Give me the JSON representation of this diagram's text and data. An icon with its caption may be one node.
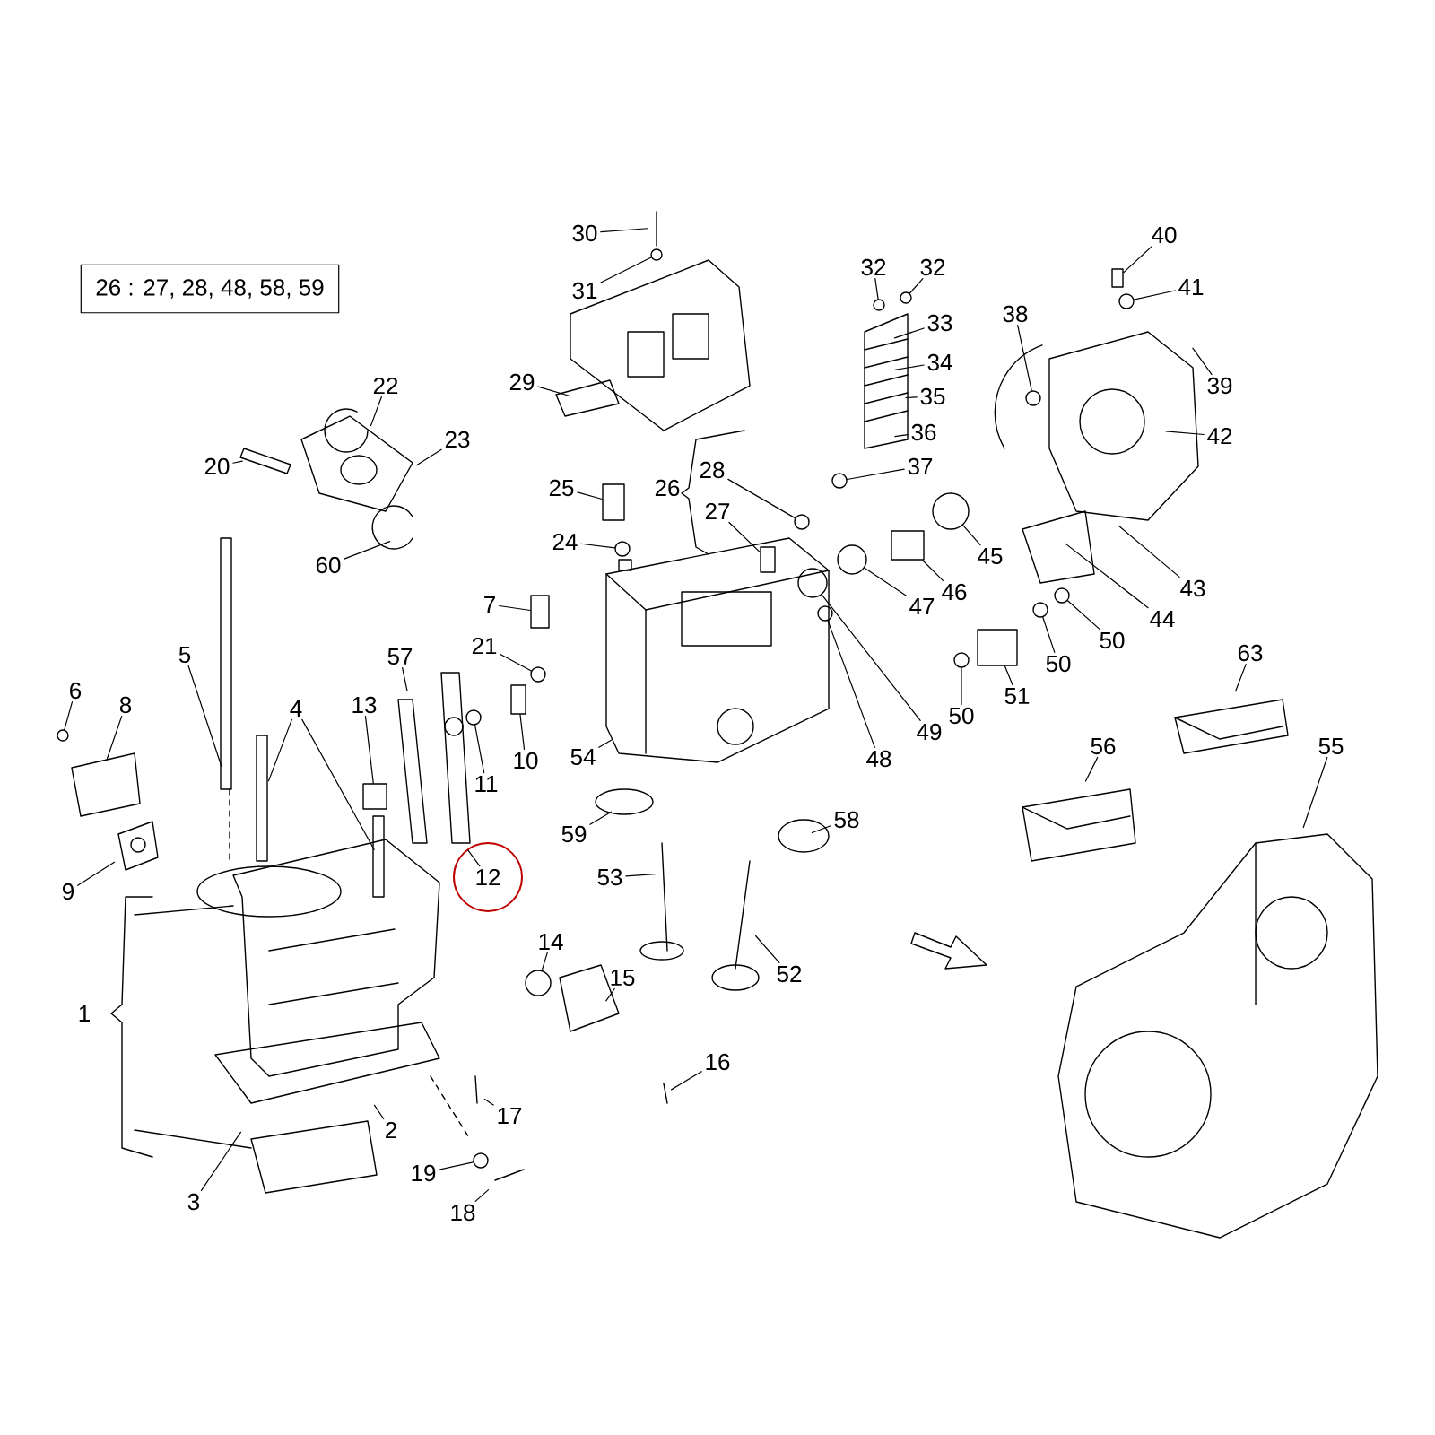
{
  "diagram": {
    "nodes": [
      {
        "text": [
          "26 : 27, 28, 48, 58, 59"
        ]
      },
      {
        "text": [
          "1"
        ]
      },
      {
        "text": [
          "2"
        ]
      },
      {
        "text": [
          "3"
        ]
      },
      {
        "text": [
          "4"
        ]
      },
      {
        "text": [
          "5"
        ]
      },
      {
        "text": [
          "6"
        ]
      },
      {
        "text": [
          "7"
        ]
      },
      {
        "text": [
          "8"
        ]
      },
      {
        "text": [
          "9"
        ]
      },
      {
        "text": [
          "10"
        ]
      },
      {
        "text": [
          "11"
        ]
      },
      {
        "text": [
          "12"
        ]
      },
      {
        "text": [
          "13"
        ]
      },
      {
        "text": [
          "14"
        ]
      },
      {
        "text": [
          "15"
        ]
      },
      {
        "text": [
          "16"
        ]
      },
      {
        "text": [
          "17"
        ]
      },
      {
        "text": [
          "18"
        ]
      },
      {
        "text": [
          "19"
        ]
      },
      {
        "text": [
          "20"
        ]
      },
      {
        "text": [
          "21"
        ]
      },
      {
        "text": [
          "22"
        ]
      },
      {
        "text": [
          "23"
        ]
      },
      {
        "text": [
          "24"
        ]
      },
      {
        "text": [
          "25"
        ]
      },
      {
        "text": [
          "26"
        ]
      },
      {
        "text": [
          "27"
        ]
      },
      {
        "text": [
          "28"
        ]
      },
      {
        "text": [
          "29"
        ]
      },
      {
        "text": [
          "30"
        ]
      },
      {
        "text": [
          "31"
        ]
      },
      {
        "text": [
          "32"
        ]
      },
      {
        "text": [
          "32"
        ]
      },
      {
        "text": [
          "33"
        ]
      },
      {
        "text": [
          "34"
        ]
      },
      {
        "text": [
          "35"
        ]
      },
      {
        "text": [
          "36"
        ]
      },
      {
        "text": [
          "37"
        ]
      },
      {
        "text": [
          "38"
        ]
      },
      {
        "text": [
          "39"
        ]
      },
      {
        "text": [
          "40"
        ]
      },
      {
        "text": [
          "41"
        ]
      },
      {
        "text": [
          "42"
        ]
      },
      {
        "text": [
          "43"
        ]
      },
      {
        "text": [
          "44"
        ]
      },
      {
        "text": [
          "45"
        ]
      },
      {
        "text": [
          "46"
        ]
      },
      {
        "text": [
          "47"
        ]
      },
      {
        "text": [
          "48"
        ]
      },
      {
        "text": [
          "49"
        ]
      },
      {
        "text": [
          "50"
        ]
      },
      {
        "text": [
          "50"
        ]
      },
      {
        "text": [
          "50"
        ]
      },
      {
        "text": [
          "51"
        ]
      },
      {
        "text": [
          "52"
        ]
      },
      {
        "text": [
          "53"
        ]
      },
      {
        "text": [
          "54"
        ]
      },
      {
        "text": [
          "55"
        ]
      },
      {
        "text": [
          "56"
        ]
      },
      {
        "text": [
          "57"
        ]
      },
      {
        "text": [
          "58"
        ]
      },
      {
        "text": [
          "59"
        ]
      },
      {
        "text": [
          "60"
        ]
      },
      {
        "text": [
          "63"
        ]
      },
      {
        "text": [],
        "shape": "circle"
      },
      {
        "text": [],
        "shape": "box"
      },
      {
        "text": [],
        "shape": "box"
      },
      {
        "text": [],
        "shape": "circle"
      },
      {
        "text": [],
        "shape": "box"
      },
      {
        "text": [],
        "shape": "circle"
      },
      {
        "text": [],
        "shape": "circle"
      },
      {
        "text": [],
        "shape": "circle"
      },
      {
        "text": [],
        "shape": "circle"
      },
      {
        "text": [],
        "shape": "box"
      },
      {
        "text": [],
        "shape": "box"
      },
      {
        "text": [],
        "shape": "circle"
      },
      {
        "text": [],
        "shape": "circle"
      },
      {
        "text": [],
        "shape": "circle"
      },
      {
        "text": [],
        "shape": "circle"
      },
      {
        "text": [],
        "shape": "circle"
      },
      {
        "text": [],
        "shape": "circle"
      },
      {
        "text": [],
        "shape": "box"
      },
      {
        "text": [],
        "shape": "circle"
      },
      {
        "text": [],
        "shape": "circle"
      },
      {
        "text": [],
        "shape": "box"
      },
      {
        "text": [],
        "shape": "circle"
      },
      {
        "text": [],
        "shape": "circle"
      },
      {
        "text": [],
        "shape": "circle"
      },
      {
        "text": [],
        "shape": "circle"
      },
      {
        "text": [],
        "shape": "circle"
      },
      {
        "text": [],
        "shape": "circle"
      },
      {
        "text": [],
        "shape": "box"
      }
    ],
    "edges": [
      {
        "from": 2,
        "to": null,
        "arrow": "none"
      },
      {
        "from": 3,
        "to": null,
        "arrow": "none"
      },
      {
        "from": 4,
        "to": null,
        "arrow": "none"
      },
      {
        "from": 4,
        "to": null,
        "arrow": "none"
      },
      {
        "from": 5,
        "to": null,
        "arrow": "none"
      },
      {
        "from": 6,
        "to": 65,
        "arrow": "none"
      },
      {
        "from": 7,
        "to": 66,
        "arrow": "none"
      },
      {
        "from": 8,
        "to": null,
        "arrow": "none"
      },
      {
        "from": 9,
        "to": null,
        "arrow": "none"
      },
      {
        "from": 10,
        "to": 67,
        "arrow": "none"
      },
      {
        "from": 11,
        "to": 68,
        "arrow": "none"
      },
      {
        "from": 12,
        "to": null,
        "arrow": "none"
      },
      {
        "from": 13,
        "to": 69,
        "arrow": "none"
      },
      {
        "from": 14,
        "to": 70,
        "arrow": "none"
      },
      {
        "from": 15,
        "to": null,
        "arrow": "none"
      },
      {
        "from": 16,
        "to": null,
        "arrow": "none"
      },
      {
        "from": 17,
        "to": null,
        "arrow": "none"
      },
      {
        "from": 18,
        "to": null,
        "arrow": "none"
      },
      {
        "from": 19,
        "to": 71,
        "arrow": "none"
      },
      {
        "from": 20,
        "to": null,
        "arrow": "none"
      },
      {
        "from": 21,
        "to": 72,
        "arrow": "none"
      },
      {
        "from": 22,
        "to": null,
        "arrow": "none"
      },
      {
        "from": 23,
        "to": null,
        "arrow": "none"
      },
      {
        "from": 24,
        "to": 73,
        "arrow": "none"
      },
      {
        "from": 25,
        "to": 74,
        "arrow": "none"
      },
      {
        "from": 27,
        "to": 75,
        "arrow": "none"
      },
      {
        "from": 28,
        "to": 76,
        "arrow": "none"
      },
      {
        "from": 29,
        "to": null,
        "arrow": "none"
      },
      {
        "from": 30,
        "to": null,
        "arrow": "none"
      },
      {
        "from": 31,
        "to": 77,
        "arrow": "none"
      },
      {
        "from": 32,
        "to": 78,
        "arrow": "none"
      },
      {
        "from": 33,
        "to": 79,
        "arrow": "none"
      },
      {
        "from": 34,
        "to": null,
        "arrow": "none"
      },
      {
        "from": 35,
        "to": null,
        "arrow": "none"
      },
      {
        "from": 36,
        "to": null,
        "arrow": "none"
      },
      {
        "from": 37,
        "to": null,
        "arrow": "none"
      },
      {
        "from": 38,
        "to": 80,
        "arrow": "none"
      },
      {
        "from": 39,
        "to": 81,
        "arrow": "none"
      },
      {
        "from": 40,
        "to": null,
        "arrow": "none"
      },
      {
        "from": 41,
        "to": 82,
        "arrow": "none"
      },
      {
        "from": 42,
        "to": 83,
        "arrow": "none"
      },
      {
        "from": 43,
        "to": null,
        "arrow": "none"
      },
      {
        "from": 44,
        "to": null,
        "arrow": "none"
      },
      {
        "from": 45,
        "to": null,
        "arrow": "none"
      },
      {
        "from": 46,
        "to": 84,
        "arrow": "none"
      },
      {
        "from": 47,
        "to": 85,
        "arrow": "none"
      },
      {
        "from": 48,
        "to": 86,
        "arrow": "none"
      },
      {
        "from": 49,
        "to": 87,
        "arrow": "none"
      },
      {
        "from": 50,
        "to": 88,
        "arrow": "none"
      },
      {
        "from": 51,
        "to": 89,
        "arrow": "none"
      },
      {
        "from": 52,
        "to": 90,
        "arrow": "none"
      },
      {
        "from": 53,
        "to": 91,
        "arrow": "none"
      },
      {
        "from": 54,
        "to": 92,
        "arrow": "none"
      },
      {
        "from": 55,
        "to": null,
        "arrow": "none"
      },
      {
        "from": 56,
        "to": null,
        "arrow": "none"
      },
      {
        "from": 57,
        "to": null,
        "arrow": "none"
      },
      {
        "from": 58,
        "to": null,
        "arrow": "none"
      },
      {
        "from": 59,
        "to": null,
        "arrow": "none"
      },
      {
        "from": 60,
        "to": null,
        "arrow": "none"
      },
      {
        "from": 61,
        "to": null,
        "arrow": "none"
      },
      {
        "from": 62,
        "to": null,
        "arrow": "none"
      },
      {
        "from": 63,
        "to": null,
        "arrow": "none"
      },
      {
        "from": 64,
        "to": null,
        "arrow": "none"
      }
    ]
  }
}
